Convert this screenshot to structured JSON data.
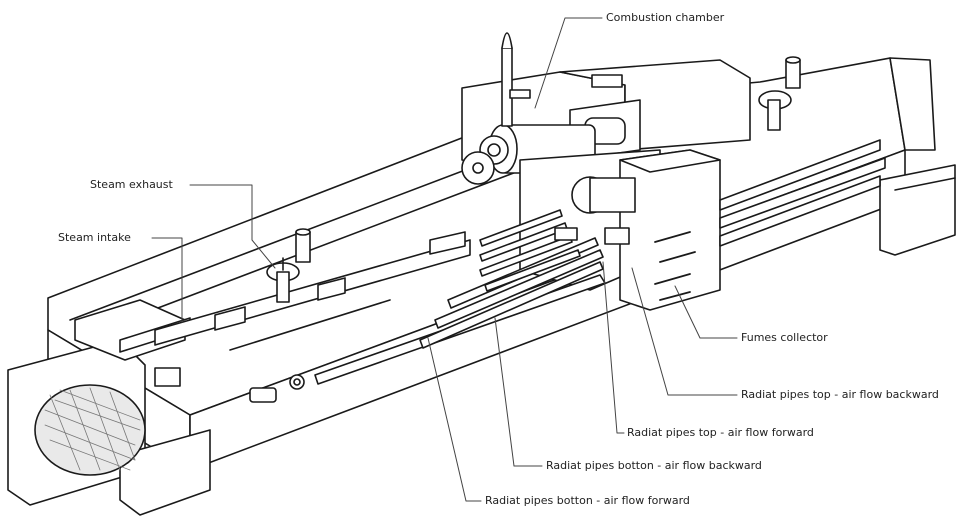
{
  "labels": {
    "combustion_chamber": "Combustion chamber",
    "steam_exhaust": "Steam exhaust",
    "steam_intake": "Steam intake",
    "fumes_collector": "Fumes collector",
    "radiat_top_backward": "Radiat pipes top - air flow backward",
    "radiat_top_forward": "Radiat pipes top - air flow forward",
    "radiat_bottom_backward": "Radiat pipes botton - air flow backward",
    "radiat_bottom_forward": "Radiat pipes botton - air flow forward"
  },
  "colors": {
    "line": "#1a1a1a",
    "leader": "#444444",
    "background": "#ffffff"
  }
}
